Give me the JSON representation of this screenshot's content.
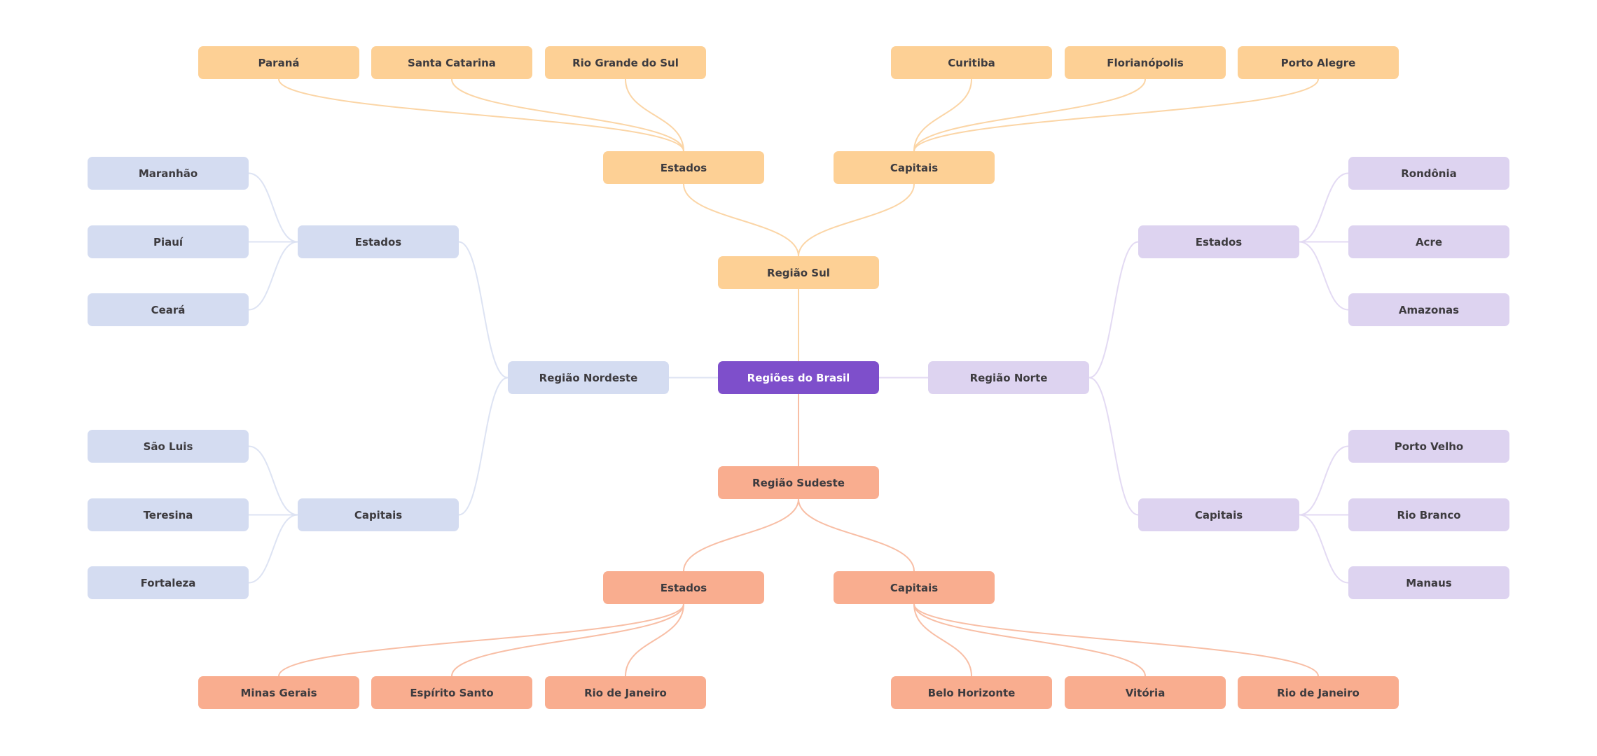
{
  "title": "Regiões do Brasil",
  "colors": {
    "root": "#7e4fcb",
    "sul": "#fdd095",
    "sul_edge": "#fbd5a6",
    "sudeste": "#f9ad8f",
    "sudeste_edge": "#f8bea5",
    "nordeste": "#d4dcf1",
    "nordeste_edge": "#dde3f3",
    "norte": "#ddd3f0",
    "norte_edge": "#e3daf3"
  },
  "mindmap": {
    "root": {
      "id": "root",
      "label": "Regiões do Brasil",
      "color_key": "root"
    },
    "branches": [
      {
        "id": "sul",
        "label": "Região Sul",
        "color_key": "sul",
        "direction": "up",
        "children": [
          {
            "id": "sul-estados",
            "label": "Estados",
            "children": [
              {
                "id": "sul-e-1",
                "label": "Paraná"
              },
              {
                "id": "sul-e-2",
                "label": "Santa Catarina"
              },
              {
                "id": "sul-e-3",
                "label": "Rio Grande do Sul"
              }
            ]
          },
          {
            "id": "sul-capitais",
            "label": "Capitais",
            "children": [
              {
                "id": "sul-c-1",
                "label": "Curitiba"
              },
              {
                "id": "sul-c-2",
                "label": "Florianópolis"
              },
              {
                "id": "sul-c-3",
                "label": "Porto Alegre"
              }
            ]
          }
        ]
      },
      {
        "id": "sudeste",
        "label": "Região Sudeste",
        "color_key": "sudeste",
        "direction": "down",
        "children": [
          {
            "id": "se-estados",
            "label": "Estados",
            "children": [
              {
                "id": "se-e-1",
                "label": "Minas Gerais"
              },
              {
                "id": "se-e-2",
                "label": "Espírito Santo"
              },
              {
                "id": "se-e-3",
                "label": "Rio de Janeiro"
              }
            ]
          },
          {
            "id": "se-capitais",
            "label": "Capitais",
            "children": [
              {
                "id": "se-c-1",
                "label": "Belo Horizonte"
              },
              {
                "id": "se-c-2",
                "label": "Vitória"
              },
              {
                "id": "se-c-3",
                "label": "Rio de Janeiro"
              }
            ]
          }
        ]
      },
      {
        "id": "nordeste",
        "label": "Região Nordeste",
        "color_key": "nordeste",
        "direction": "left",
        "children": [
          {
            "id": "ne-estados",
            "label": "Estados",
            "children": [
              {
                "id": "ne-e-1",
                "label": "Maranhão"
              },
              {
                "id": "ne-e-2",
                "label": "Piauí"
              },
              {
                "id": "ne-e-3",
                "label": "Ceará"
              }
            ]
          },
          {
            "id": "ne-capitais",
            "label": "Capitais",
            "children": [
              {
                "id": "ne-c-1",
                "label": "São Luis"
              },
              {
                "id": "ne-c-2",
                "label": "Teresina"
              },
              {
                "id": "ne-c-3",
                "label": "Fortaleza"
              }
            ]
          }
        ]
      },
      {
        "id": "norte",
        "label": "Região Norte",
        "color_key": "norte",
        "direction": "right",
        "children": [
          {
            "id": "n-estados",
            "label": "Estados",
            "children": [
              {
                "id": "n-e-1",
                "label": "Rondônia"
              },
              {
                "id": "n-e-2",
                "label": "Acre"
              },
              {
                "id": "n-e-3",
                "label": "Amazonas"
              }
            ]
          },
          {
            "id": "n-capitais",
            "label": "Capitais",
            "children": [
              {
                "id": "n-c-1",
                "label": "Porto Velho"
              },
              {
                "id": "n-c-2",
                "label": "Rio Branco"
              },
              {
                "id": "n-c-3",
                "label": "Manaus"
              }
            ]
          }
        ]
      }
    ]
  }
}
